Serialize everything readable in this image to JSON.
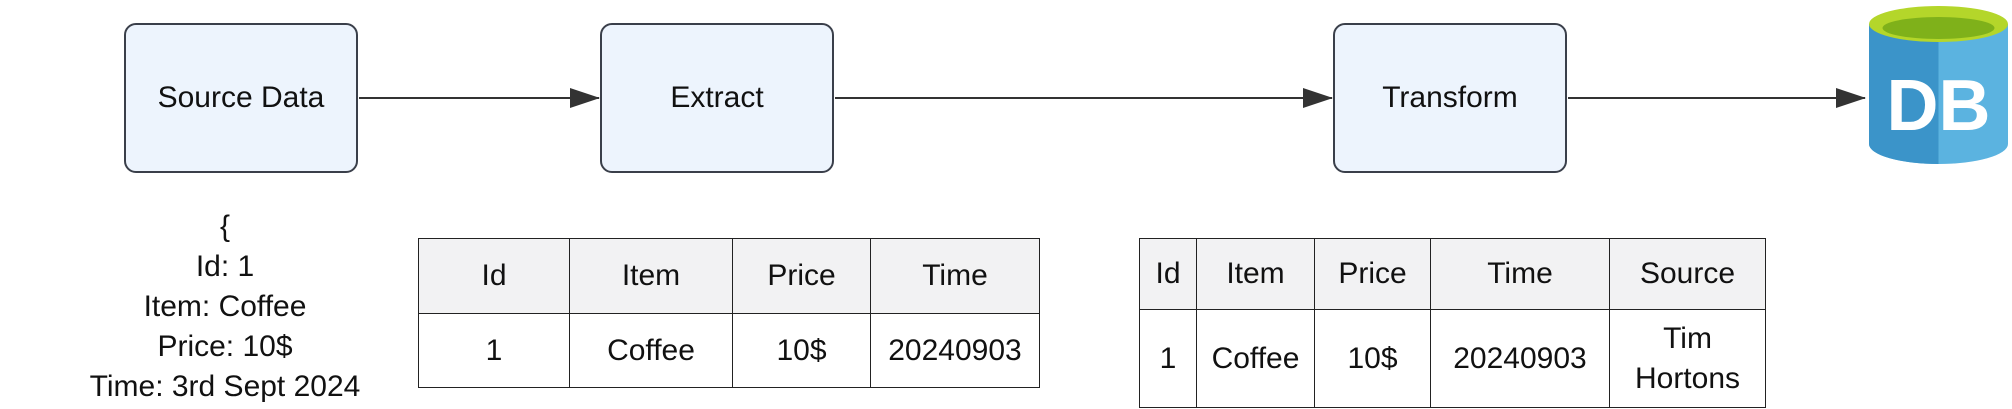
{
  "nodes": {
    "source": "Source Data",
    "extract": "Extract",
    "transform": "Transform",
    "db_label": "DB"
  },
  "source_record": {
    "open": "{",
    "lines": [
      "Id: 1",
      "Item: Coffee",
      "Price: 10$",
      "Time: 3rd Sept 2024"
    ]
  },
  "extract_table": {
    "headers": [
      "Id",
      "Item",
      "Price",
      "Time"
    ],
    "rows": [
      [
        "1",
        "Coffee",
        "10$",
        "20240903"
      ]
    ]
  },
  "transform_table": {
    "headers": [
      "Id",
      "Item",
      "Price",
      "Time",
      "Source"
    ],
    "rows": [
      [
        "1",
        "Coffee",
        "10$",
        "20240903",
        "Tim Hortons"
      ]
    ]
  },
  "colors": {
    "box_fill": "#edf4fd",
    "db_blue": "#3b9bd0",
    "db_lid": "#8dbd1a"
  }
}
